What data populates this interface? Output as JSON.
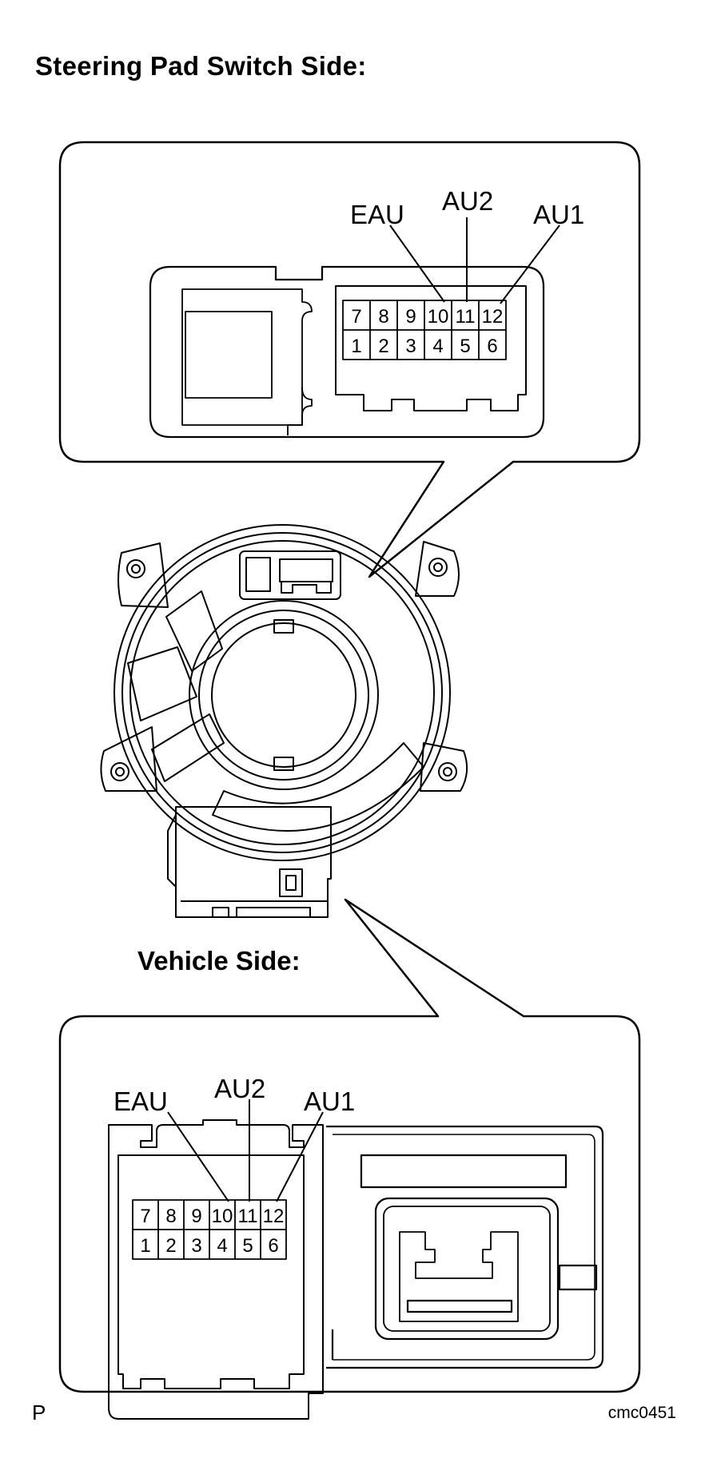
{
  "title": "Steering Pad Switch Side:",
  "subtitle": "Vehicle Side:",
  "footer": {
    "left": "P",
    "right": "cmc0451"
  },
  "top_connector": {
    "callouts": [
      "EAU",
      "AU2",
      "AU1"
    ],
    "row_top": [
      "7",
      "8",
      "9",
      "10",
      "11",
      "12"
    ],
    "row_bottom": [
      "1",
      "2",
      "3",
      "4",
      "5",
      "6"
    ]
  },
  "bottom_connector": {
    "callouts": [
      "EAU",
      "AU2",
      "AU1"
    ],
    "row_top": [
      "7",
      "8",
      "9",
      "10",
      "11",
      "12"
    ],
    "row_bottom": [
      "1",
      "2",
      "3",
      "4",
      "5",
      "6"
    ]
  }
}
